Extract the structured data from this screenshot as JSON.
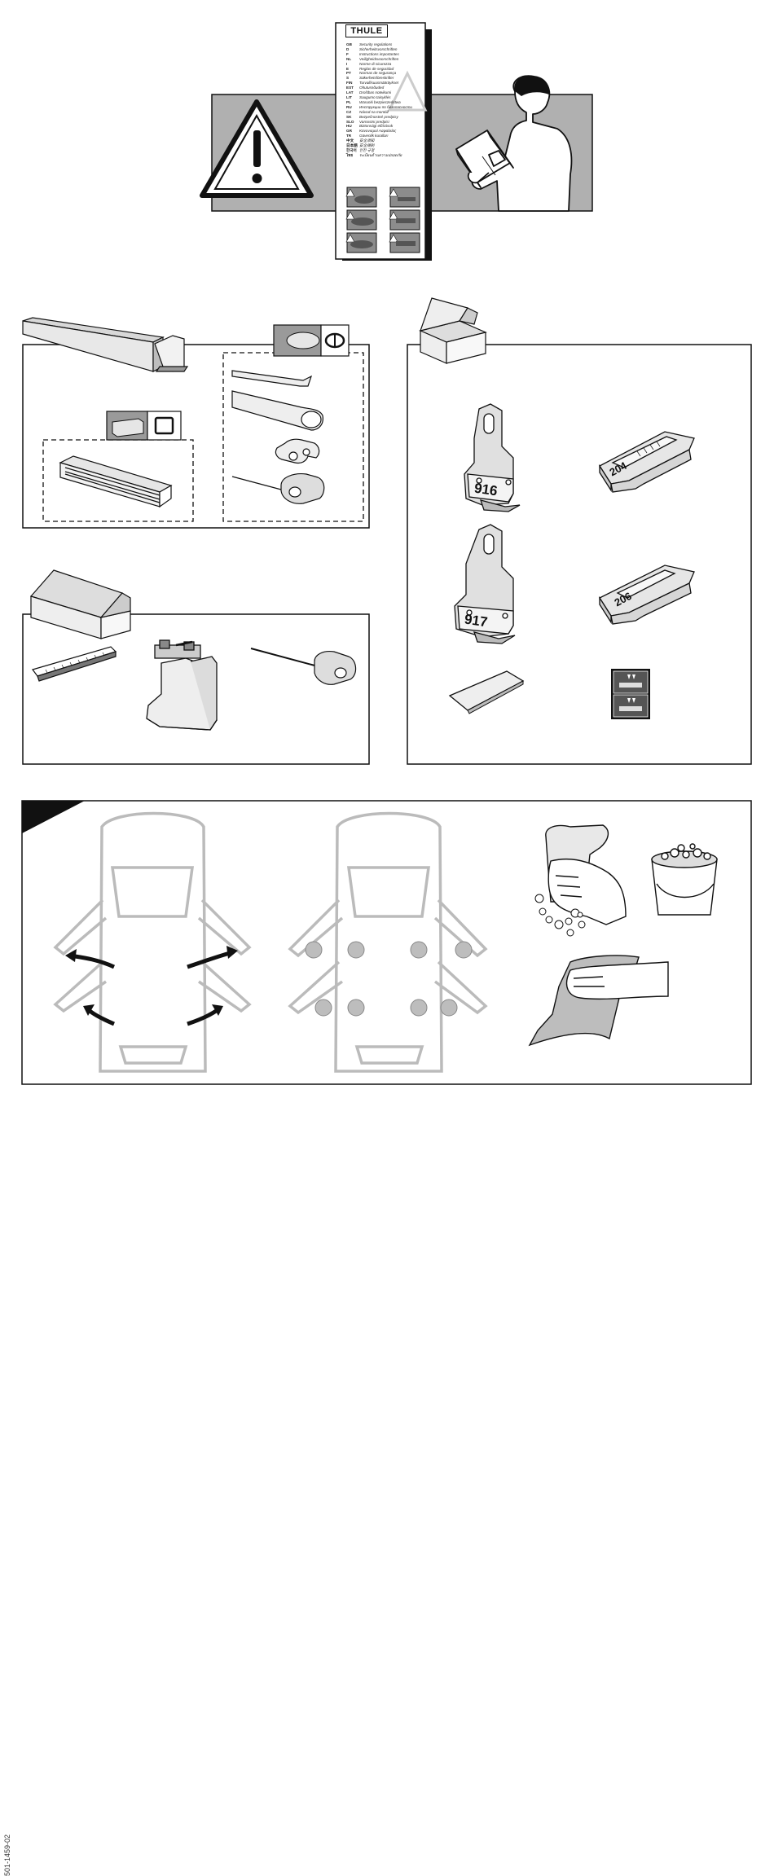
{
  "brand": "THULE",
  "booklet": {
    "languages": [
      {
        "code": "GB",
        "label": "Security regulations"
      },
      {
        "code": "D",
        "label": "Sicherheitsvorschriften"
      },
      {
        "code": "F",
        "label": "Instructions importantes"
      },
      {
        "code": "NL",
        "label": "Veiligheidsvoorschriften"
      },
      {
        "code": "I",
        "label": "Norme di sicurezza"
      },
      {
        "code": "E",
        "label": "Reglas de seguridad"
      },
      {
        "code": "PT",
        "label": "Normas de segurança"
      },
      {
        "code": "S",
        "label": "Säkerhetsföreskrifter"
      },
      {
        "code": "FIN",
        "label": "Turvallisuusmääräykset"
      },
      {
        "code": "EST",
        "label": "Ohutusnõuded"
      },
      {
        "code": "LAT",
        "label": "Drošības noteikumi"
      },
      {
        "code": "LIT",
        "label": "Saugumo taisyklės"
      },
      {
        "code": "PL",
        "label": "Warunki bezpieczeństwa"
      },
      {
        "code": "RU",
        "label": "Инструкции по безопасности"
      },
      {
        "code": "CZ",
        "label": "Návod na montáž"
      },
      {
        "code": "SK",
        "label": "Bezpečnostné predpisy"
      },
      {
        "code": "SLO",
        "label": "Varnostni predpisi"
      },
      {
        "code": "HU",
        "label": "Biztonsági előírások"
      },
      {
        "code": "GR",
        "label": "Κανονισμοί Ασφαλείας"
      },
      {
        "code": "TR",
        "label": "Güvenlik kuralları"
      },
      {
        "code": "中文",
        "label": "安全须知"
      },
      {
        "code": "日本語",
        "label": "安全規則"
      },
      {
        "code": "한국어",
        "label": "안전 규정"
      },
      {
        "code": "ไทย",
        "label": "ระเบียบด้านความปลอดภัย"
      }
    ]
  },
  "parts": {
    "bracket_a": "916",
    "bracket_b": "917",
    "pad_a": "204",
    "pad_b": "206"
  },
  "doc_code": "501-1459-02"
}
